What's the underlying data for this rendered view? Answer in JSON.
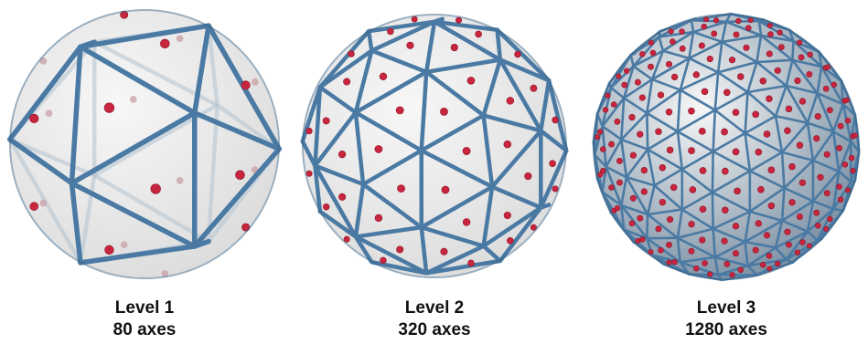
{
  "colors": {
    "strut": "#4a7aa3",
    "strut_dark": "#365f82",
    "node": "#c8253e",
    "node_dark": "#8f1428",
    "glass": "#dcdcdc"
  },
  "spheres": [
    {
      "level_label": "Level 1",
      "axes_label": "80 axes"
    },
    {
      "level_label": "Level 2",
      "axes_label": "320 axes"
    },
    {
      "level_label": "Level 3",
      "axes_label": "1280 axes"
    }
  ]
}
